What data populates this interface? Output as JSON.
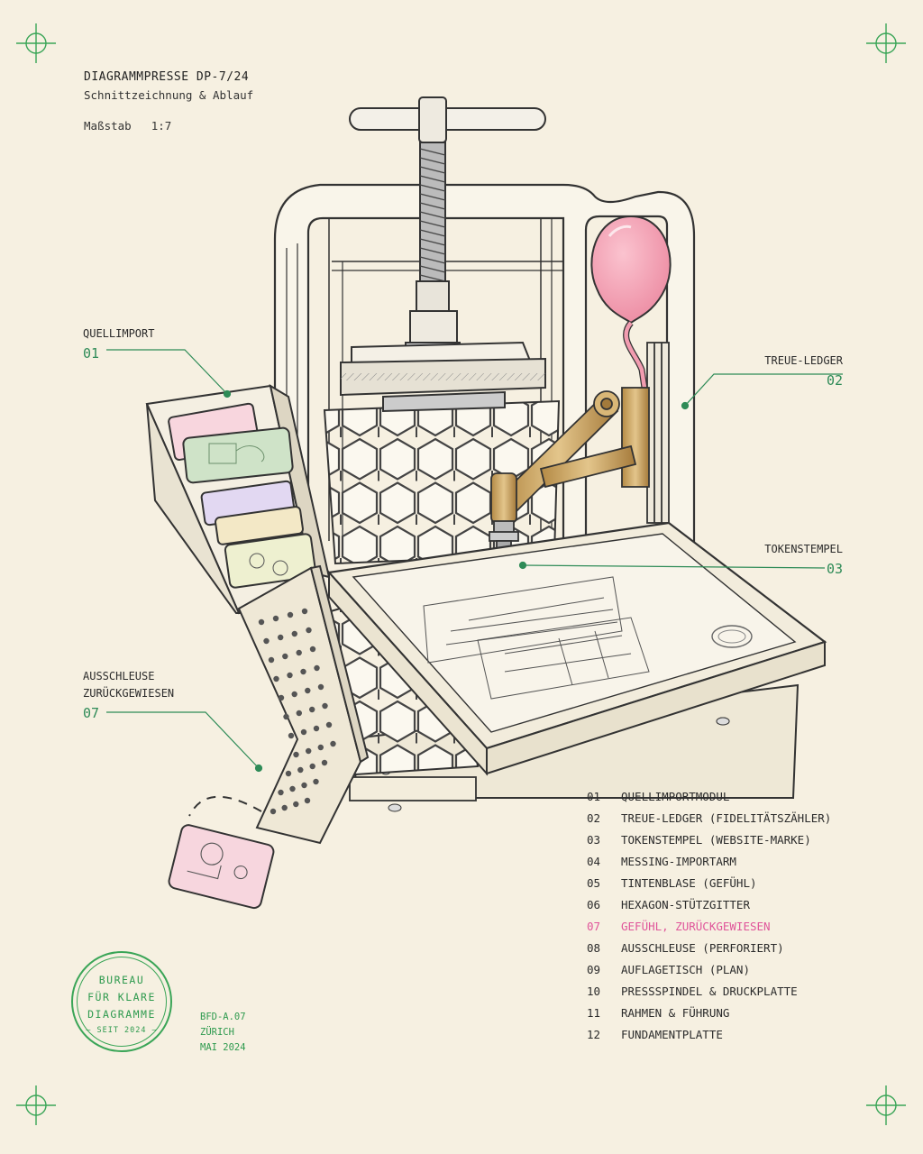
{
  "header": {
    "title": "DIAGRAMMPRESSE DP-7/24",
    "subtitle": "Schnittzeichnung & Ablauf",
    "scale_label": "Maßstab",
    "scale_value": "1:7"
  },
  "callouts": {
    "c01": {
      "label": "QUELLIMPORT",
      "num": "01"
    },
    "c02": {
      "label": "TREUE-LEDGER",
      "num": "02"
    },
    "c03": {
      "label": "TOKENSTEMPEL",
      "num": "03"
    },
    "c07": {
      "label_line1": "AUSSCHLEUSE",
      "label_line2": "ZURÜCKGEWIESEN",
      "num": "07"
    }
  },
  "legend": [
    {
      "num": "01",
      "text": "QUELLIMPORTMODUL"
    },
    {
      "num": "02",
      "text": "TREUE-LEDGER (FIDELITÄTSZÄHLER)"
    },
    {
      "num": "03",
      "text": "TOKENSTEMPEL (WEBSITE-MARKE)"
    },
    {
      "num": "04",
      "text": "MESSING-IMPORTARM"
    },
    {
      "num": "05",
      "text": "TINTENBLASE (GEFÜHL)"
    },
    {
      "num": "06",
      "text": "HEXAGON-STÜTZGITTER"
    },
    {
      "num": "07",
      "text": "GEFÜHL, ZURÜCKGEWIESEN",
      "highlight": true
    },
    {
      "num": "08",
      "text": "AUSSCHLEUSE (PERFORIERT)"
    },
    {
      "num": "09",
      "text": "AUFLAGETISCH (PLAN)"
    },
    {
      "num": "10",
      "text": "PRESSSPINDEL & DRUCKPLATTE"
    },
    {
      "num": "11",
      "text": "RAHMEN & FÜHRUNG"
    },
    {
      "num": "12",
      "text": "FUNDAMENTPLATTE"
    }
  ],
  "stamp": {
    "line1": "BUREAU",
    "line2": "FÜR KLARE",
    "line3": "DIAGRAMME",
    "since": "– SEIT 2024 –",
    "code": "BFD-A.07",
    "city": "ZÜRICH",
    "date": "MAI 2024"
  },
  "colors": {
    "background": "#f6f0e1",
    "accent_green": "#2e8b57",
    "highlight_pink": "#e0559a",
    "ink": "#2a2a2a",
    "brass": "#c9a664",
    "balloon": "#f29cb0"
  }
}
